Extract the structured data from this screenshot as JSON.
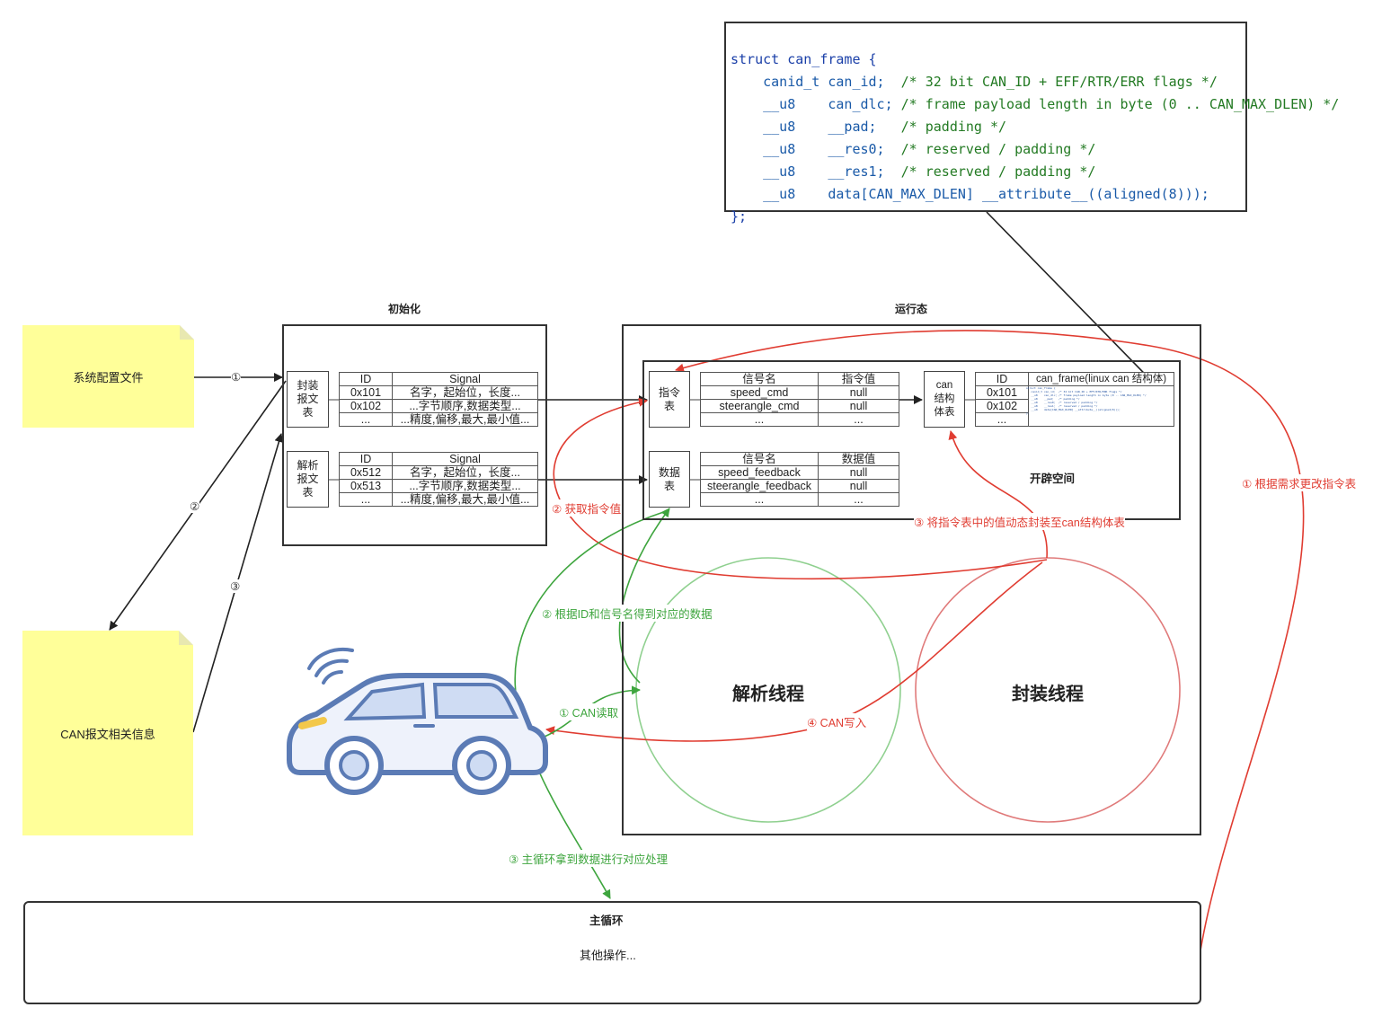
{
  "notes": {
    "config_file": "系统配置文件",
    "can_info": "CAN报文相关信息"
  },
  "code_block": {
    "lines": [
      {
        "a": "struct can_frame {",
        "b": "",
        "c": ""
      },
      {
        "a": "    canid_t can_id;  ",
        "b": "/* 32 bit CAN_ID + EFF/RTR/ERR flags */",
        "c": ""
      },
      {
        "a": "    __u8    can_dlc; ",
        "b": "/* frame payload length in byte (0 .. CAN_MAX_DLEN) */",
        "c": ""
      },
      {
        "a": "    __u8    __pad;   ",
        "b": "/* padding */",
        "c": ""
      },
      {
        "a": "    __u8    __res0;  ",
        "b": "/* reserved / padding */",
        "c": ""
      },
      {
        "a": "    __u8    __res1;  ",
        "b": "/* reserved / padding */",
        "c": ""
      },
      {
        "a": "    __u8    data[CAN_MAX_DLEN] __attribute__((aligned(8)));",
        "b": "",
        "c": ""
      },
      {
        "a": "};",
        "b": "",
        "c": ""
      }
    ]
  },
  "init": {
    "title": "初始化",
    "pack_label": "封装报文表",
    "parse_label": "解析报文表",
    "pack_table": {
      "headers": [
        "ID",
        "Signal"
      ],
      "rows": [
        [
          "0x101",
          "名字，起始位，长度..."
        ],
        [
          "0x102",
          "...字节顺序,数据类型..."
        ],
        [
          "...",
          "...精度,偏移,最大,最小值..."
        ]
      ]
    },
    "parse_table": {
      "headers": [
        "ID",
        "Signal"
      ],
      "rows": [
        [
          "0x512",
          "名字，起始位，长度..."
        ],
        [
          "0x513",
          "...字节顺序,数据类型..."
        ],
        [
          "...",
          "...精度,偏移,最大,最小值..."
        ]
      ]
    }
  },
  "runtime": {
    "title": "运行态",
    "space_label": "开辟空间",
    "cmd_label": "指令表",
    "data_label": "数据表",
    "can_struct_label": "can结构体表",
    "cmd_table": {
      "headers": [
        "信号名",
        "指令值"
      ],
      "rows": [
        [
          "speed_cmd",
          "null"
        ],
        [
          "steerangle_cmd",
          "null"
        ],
        [
          "...",
          "..."
        ]
      ]
    },
    "data_table": {
      "headers": [
        "信号名",
        "数据值"
      ],
      "rows": [
        [
          "speed_feedback",
          "null"
        ],
        [
          "steerangle_feedback",
          "null"
        ],
        [
          "...",
          "..."
        ]
      ]
    },
    "frame_table": {
      "headers": [
        "ID",
        "can_frame(linux can 结构体)"
      ],
      "rows": [
        [
          "0x101"
        ],
        [
          "0x102"
        ],
        [
          "..."
        ]
      ]
    },
    "parse_thread": "解析线程",
    "pack_thread": "封装线程"
  },
  "main_loop": {
    "title": "主循环",
    "body": "其他操作..."
  },
  "arrow_labels": {
    "init_1": "①",
    "init_2": "②",
    "init_3": "③",
    "red_1": "① 根据需求更改指令表",
    "red_2": "② 获取指令值",
    "red_3": "③ 将指令表中的值动态封装至can结构体表",
    "red_4": "④ CAN写入",
    "green_1": "① CAN读取",
    "green_2": "② 根据ID和信号名得到对应的数据",
    "green_3": "③ 主循环拿到数据进行对应处理"
  },
  "colors": {
    "red": "#e03c31",
    "green": "#3ea53e",
    "note": "#ffff99",
    "car": "#5b7bb5"
  },
  "icons": [
    "car-icon"
  ]
}
